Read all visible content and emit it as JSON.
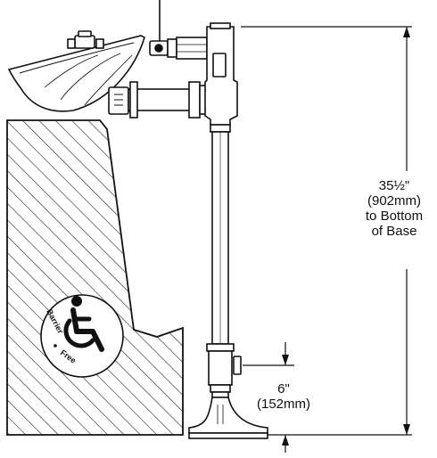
{
  "dimensions": {
    "height": {
      "line1": "35½\"",
      "line2": "(902mm)",
      "line3": "to Bottom",
      "line4": "of Base"
    },
    "base": {
      "line1": "6\"",
      "line2": "(152mm)"
    }
  },
  "badge": {
    "word1": "Barrier",
    "word2": "Free",
    "icon": "wheelchair-icon"
  }
}
